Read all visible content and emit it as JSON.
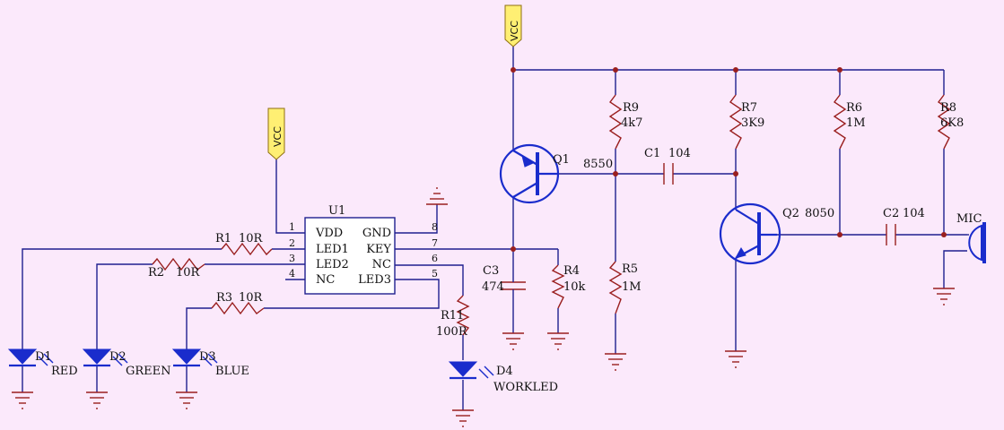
{
  "vcc": [
    "VCC",
    "VCC"
  ],
  "ic": {
    "ref": "U1",
    "left_pins": [
      {
        "num": "1",
        "name": "VDD"
      },
      {
        "num": "2",
        "name": "LED1"
      },
      {
        "num": "3",
        "name": "LED2"
      },
      {
        "num": "4",
        "name": "NC"
      }
    ],
    "right_pins": [
      {
        "num": "8",
        "name": "GND"
      },
      {
        "num": "7",
        "name": "KEY"
      },
      {
        "num": "6",
        "name": "NC"
      },
      {
        "num": "5",
        "name": "LED3"
      }
    ]
  },
  "resistors": {
    "r1": {
      "ref": "R1",
      "value": "10R"
    },
    "r2": {
      "ref": "R2",
      "value": "10R"
    },
    "r3": {
      "ref": "R3",
      "value": "10R"
    },
    "r11": {
      "ref": "R11",
      "value": "100R"
    },
    "r4": {
      "ref": "R4",
      "value": "10k"
    },
    "r5": {
      "ref": "R5",
      "value": "1M"
    },
    "r9": {
      "ref": "R9",
      "value": "4k7"
    },
    "r7": {
      "ref": "R7",
      "value": "3K9"
    },
    "r6": {
      "ref": "R6",
      "value": "1M"
    },
    "r8": {
      "ref": "R8",
      "value": "6K8"
    }
  },
  "capacitors": {
    "c1": {
      "ref": "C1",
      "value": "104"
    },
    "c2": {
      "ref": "C2",
      "value": "104"
    },
    "c3": {
      "ref": "C3",
      "value": "474"
    }
  },
  "transistors": {
    "q1": {
      "ref": "Q1",
      "value": "8550"
    },
    "q2": {
      "ref": "Q2",
      "value": "8050"
    }
  },
  "leds": {
    "d1": {
      "ref": "D1",
      "name": "RED"
    },
    "d2": {
      "ref": "D2",
      "name": "GREEN"
    },
    "d3": {
      "ref": "D3",
      "name": "BLUE"
    },
    "d4": {
      "ref": "D4",
      "name": "WORKLED"
    }
  },
  "mic": "MIC"
}
